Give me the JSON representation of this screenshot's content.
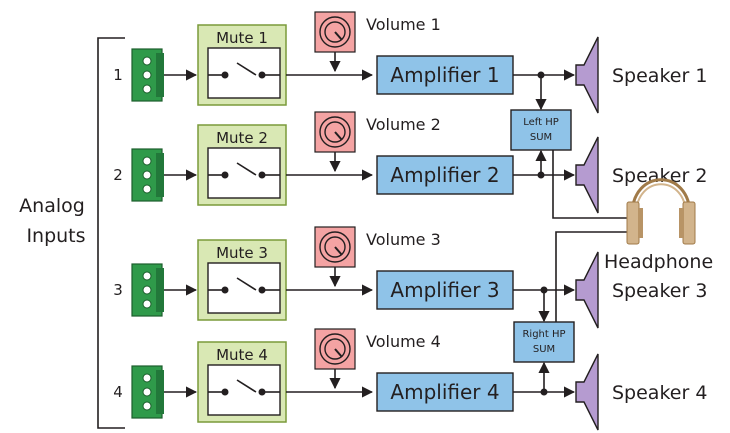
{
  "group_label": {
    "line1": "Analog",
    "line2": "Inputs"
  },
  "channels": [
    {
      "number": "1",
      "mute": "Mute 1",
      "volume": "Volume 1",
      "amplifier": "Amplifier 1",
      "speaker": "Speaker 1"
    },
    {
      "number": "2",
      "mute": "Mute 2",
      "volume": "Volume 2",
      "amplifier": "Amplifier 2",
      "speaker": "Speaker 2"
    },
    {
      "number": "3",
      "mute": "Mute 3",
      "volume": "Volume 3",
      "amplifier": "Amplifier 3",
      "speaker": "Speaker 3"
    },
    {
      "number": "4",
      "mute": "Mute 4",
      "volume": "Volume 4",
      "amplifier": "Amplifier 4",
      "speaker": "Speaker 4"
    }
  ],
  "left_sum": {
    "line1": "Left HP",
    "line2": "SUM"
  },
  "right_sum": {
    "line1": "Right HP",
    "line2": "SUM"
  },
  "headphone_label": "Headphone",
  "colors": {
    "connector": "#2f9a4a",
    "mute_fill": "#d9e8b4",
    "mute_border": "#7a9a3a",
    "volume_fill": "#f4a3a3",
    "amplifier_fill": "#8fc3e8",
    "speaker_fill": "#b59bd0",
    "headphone": "#d2b48c",
    "line": "#231f20"
  },
  "icons": {
    "connector": "terminal-block-icon",
    "switch": "switch-icon",
    "knob": "volume-knob-icon",
    "speaker": "speaker-icon",
    "headphone": "headphone-icon"
  }
}
